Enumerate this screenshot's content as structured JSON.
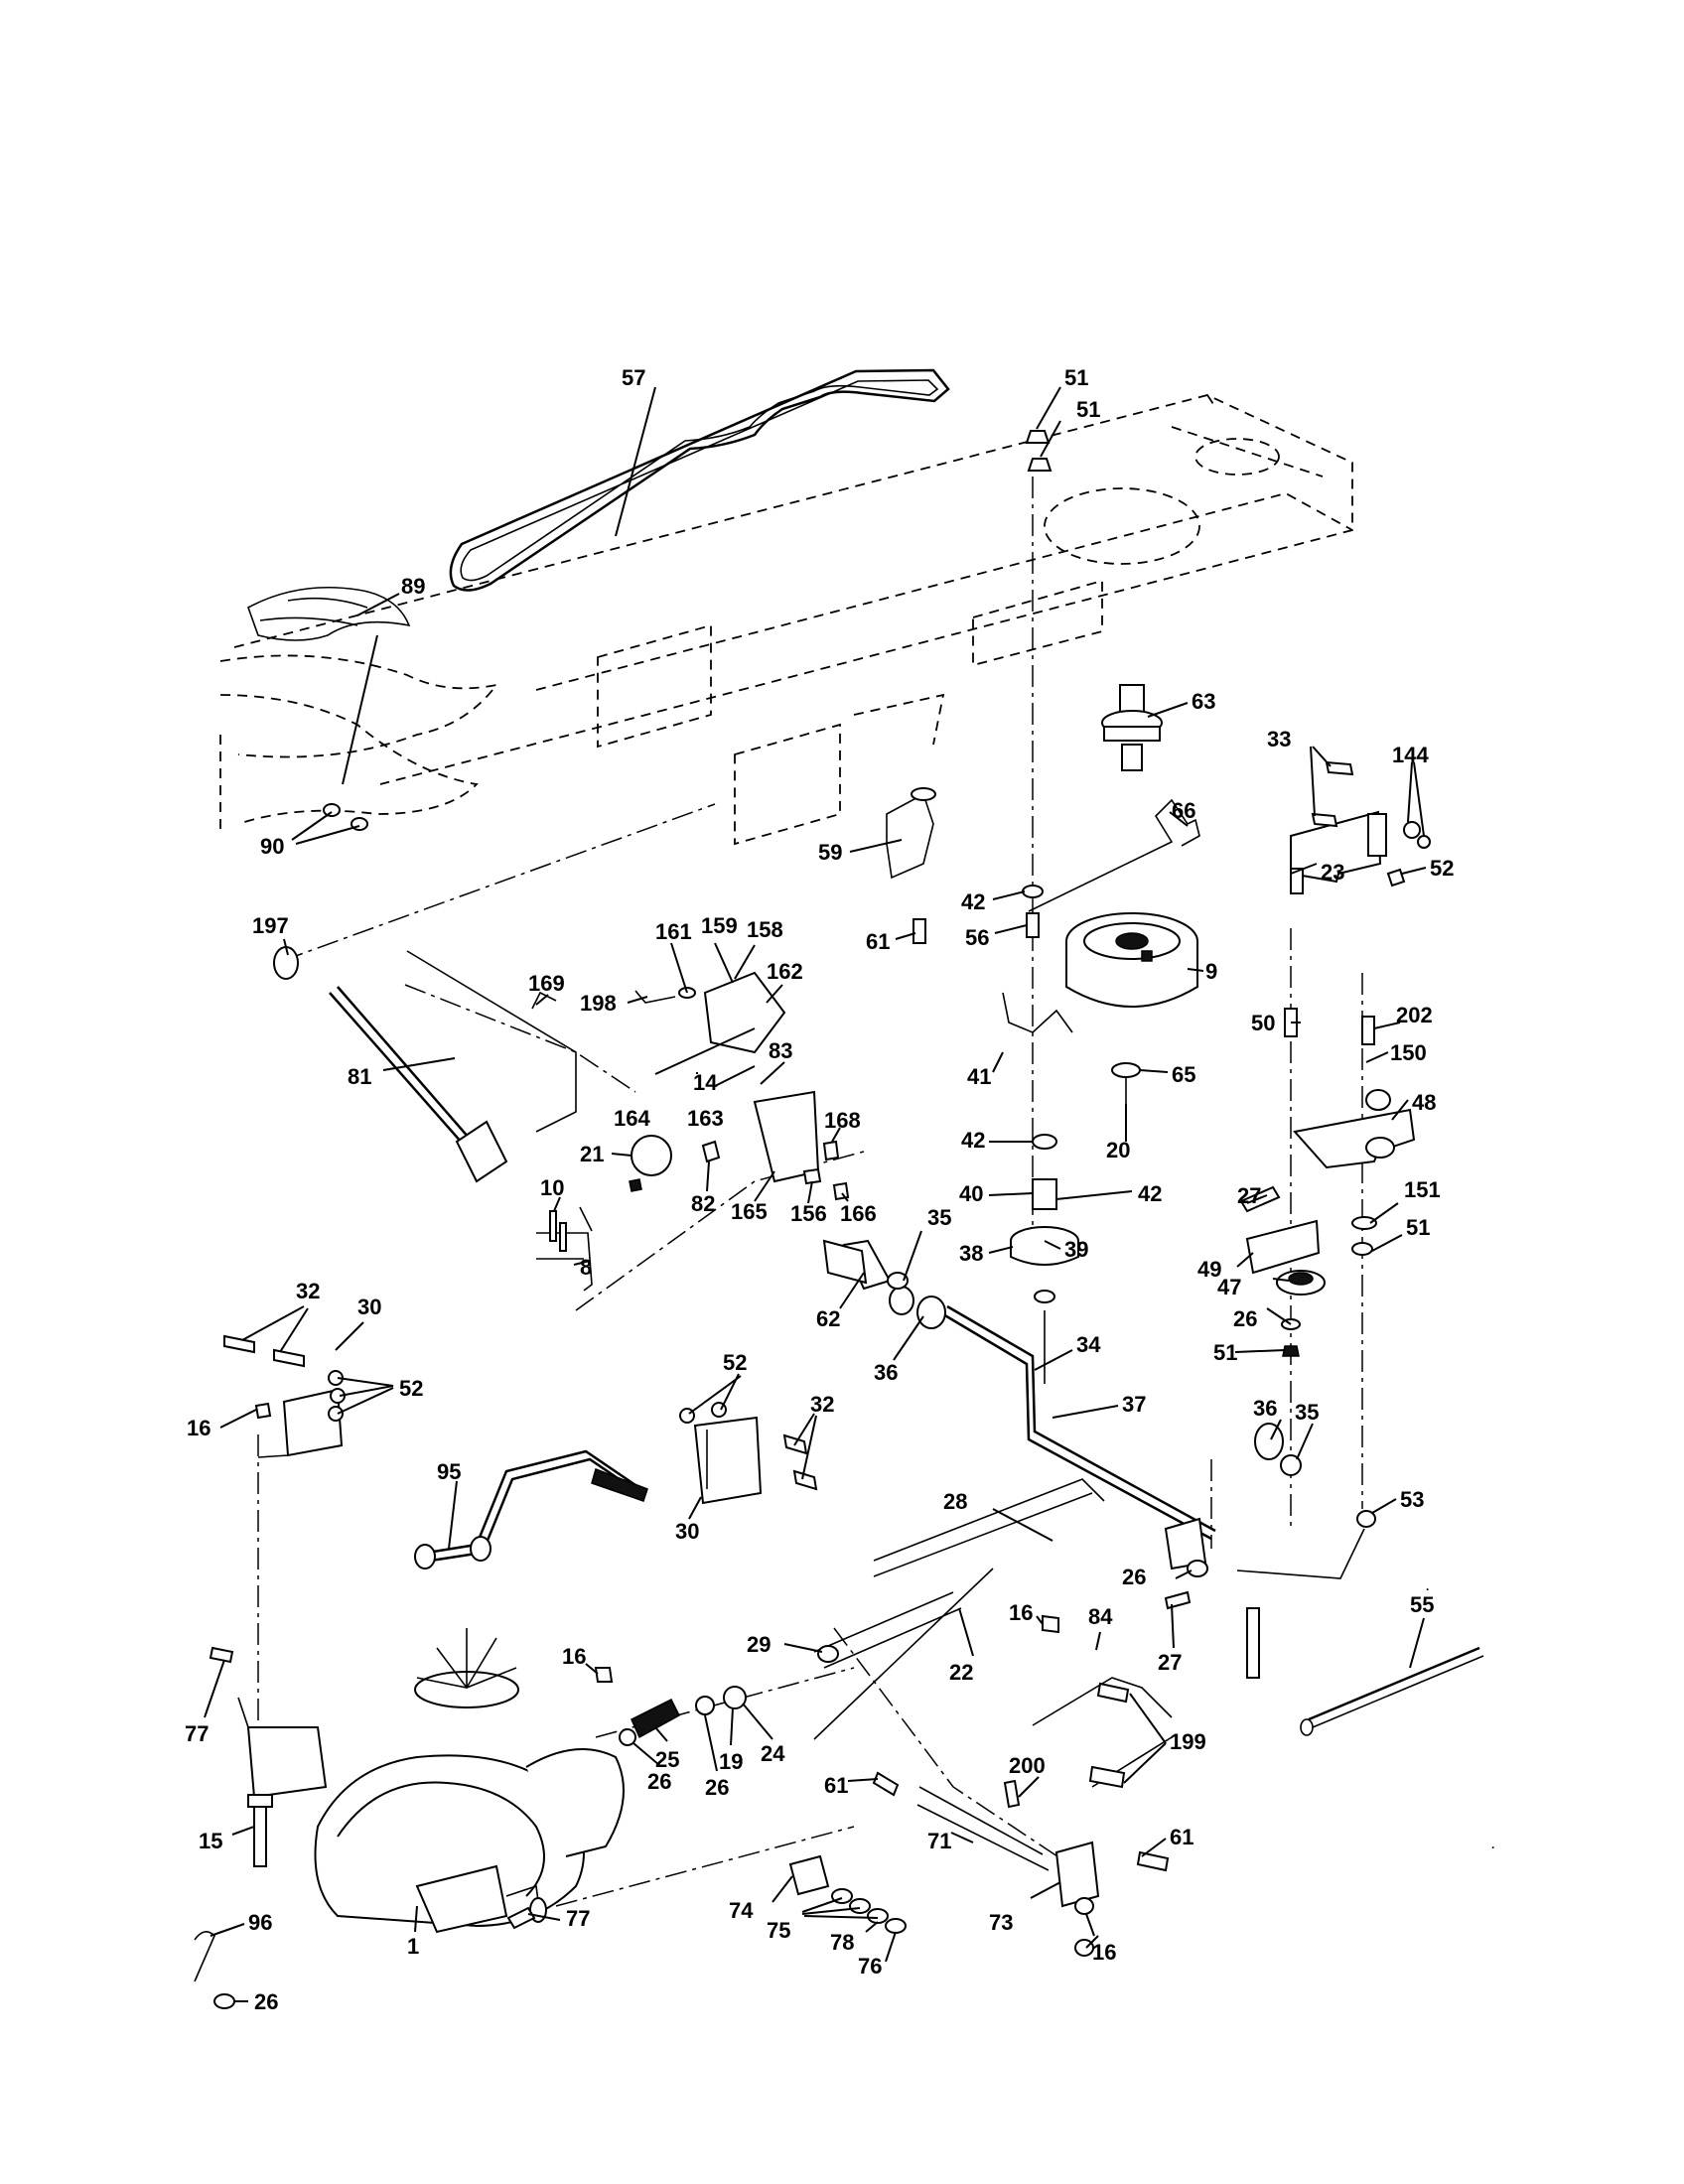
{
  "diagram": {
    "type": "exploded-parts-diagram",
    "part_labels": [
      {
        "id": "57",
        "text": "57"
      },
      {
        "id": "51a",
        "text": "51"
      },
      {
        "id": "51b",
        "text": "51"
      },
      {
        "id": "89",
        "text": "89"
      },
      {
        "id": "63",
        "text": "63"
      },
      {
        "id": "33",
        "text": "33"
      },
      {
        "id": "144",
        "text": "144"
      },
      {
        "id": "66",
        "text": "66"
      },
      {
        "id": "52a",
        "text": "52"
      },
      {
        "id": "90",
        "text": "90"
      },
      {
        "id": "59",
        "text": "59"
      },
      {
        "id": "23",
        "text": "23"
      },
      {
        "id": "42a",
        "text": "42"
      },
      {
        "id": "56",
        "text": "56"
      },
      {
        "id": "61a",
        "text": "61"
      },
      {
        "id": "197",
        "text": "197"
      },
      {
        "id": "161",
        "text": "161"
      },
      {
        "id": "159",
        "text": "159"
      },
      {
        "id": "158",
        "text": "158"
      },
      {
        "id": "9",
        "text": "9"
      },
      {
        "id": "169",
        "text": "169"
      },
      {
        "id": "162",
        "text": "162"
      },
      {
        "id": "198",
        "text": "198"
      },
      {
        "id": "50",
        "text": "50"
      },
      {
        "id": "202",
        "text": "202"
      },
      {
        "id": "41",
        "text": "41"
      },
      {
        "id": "65",
        "text": "65"
      },
      {
        "id": "150",
        "text": "150"
      },
      {
        "id": "81",
        "text": "81"
      },
      {
        "id": "14",
        "text": "14"
      },
      {
        "id": "83",
        "text": "83"
      },
      {
        "id": "42b",
        "text": "42"
      },
      {
        "id": "164",
        "text": "164"
      },
      {
        "id": "163",
        "text": "163"
      },
      {
        "id": "20",
        "text": "20"
      },
      {
        "id": "48",
        "text": "48"
      },
      {
        "id": "40",
        "text": "40"
      },
      {
        "id": "168",
        "text": "168"
      },
      {
        "id": "21",
        "text": "21"
      },
      {
        "id": "38",
        "text": "38"
      },
      {
        "id": "42c",
        "text": "42"
      },
      {
        "id": "27a",
        "text": "27"
      },
      {
        "id": "82",
        "text": "82"
      },
      {
        "id": "165",
        "text": "165"
      },
      {
        "id": "156",
        "text": "156"
      },
      {
        "id": "166",
        "text": "166"
      },
      {
        "id": "151",
        "text": "151"
      },
      {
        "id": "10",
        "text": "10"
      },
      {
        "id": "35a",
        "text": "35"
      },
      {
        "id": "51c",
        "text": "51"
      },
      {
        "id": "39",
        "text": "39"
      },
      {
        "id": "49",
        "text": "49"
      },
      {
        "id": "8",
        "text": "8"
      },
      {
        "id": "62",
        "text": "62"
      },
      {
        "id": "47",
        "text": "47"
      },
      {
        "id": "32a",
        "text": "32"
      },
      {
        "id": "30a",
        "text": "30"
      },
      {
        "id": "26a",
        "text": "26"
      },
      {
        "id": "36a",
        "text": "36"
      },
      {
        "id": "34",
        "text": "34"
      },
      {
        "id": "51d",
        "text": "51"
      },
      {
        "id": "52b",
        "text": "52"
      },
      {
        "id": "52c",
        "text": "52"
      },
      {
        "id": "16a",
        "text": "16"
      },
      {
        "id": "32b",
        "text": "32"
      },
      {
        "id": "37",
        "text": "37"
      },
      {
        "id": "36b",
        "text": "36"
      },
      {
        "id": "35b",
        "text": "35"
      },
      {
        "id": "95",
        "text": "95"
      },
      {
        "id": "30b",
        "text": "30"
      },
      {
        "id": "53",
        "text": "53"
      },
      {
        "id": "28",
        "text": "28"
      },
      {
        "id": "26b",
        "text": "26"
      },
      {
        "id": "55",
        "text": "55"
      },
      {
        "id": "16b",
        "text": "16"
      },
      {
        "id": "84",
        "text": "84"
      },
      {
        "id": "29",
        "text": "29"
      },
      {
        "id": "22",
        "text": "22"
      },
      {
        "id": "27b",
        "text": "27"
      },
      {
        "id": "16c",
        "text": "16"
      },
      {
        "id": "77a",
        "text": "77"
      },
      {
        "id": "25",
        "text": "25"
      },
      {
        "id": "19",
        "text": "19"
      },
      {
        "id": "24",
        "text": "24"
      },
      {
        "id": "199",
        "text": "199"
      },
      {
        "id": "26c",
        "text": "26"
      },
      {
        "id": "26d",
        "text": "26"
      },
      {
        "id": "200",
        "text": "200"
      },
      {
        "id": "61b",
        "text": "61"
      },
      {
        "id": "15",
        "text": "15"
      },
      {
        "id": "71",
        "text": "71"
      },
      {
        "id": "61c",
        "text": "61"
      },
      {
        "id": "77b",
        "text": "77"
      },
      {
        "id": "1",
        "text": "1"
      },
      {
        "id": "74",
        "text": "74"
      },
      {
        "id": "75",
        "text": "75"
      },
      {
        "id": "78",
        "text": "78"
      },
      {
        "id": "73",
        "text": "73"
      },
      {
        "id": "16d",
        "text": "16"
      },
      {
        "id": "76",
        "text": "76"
      },
      {
        "id": "96",
        "text": "96"
      },
      {
        "id": "26e",
        "text": "26"
      }
    ]
  }
}
